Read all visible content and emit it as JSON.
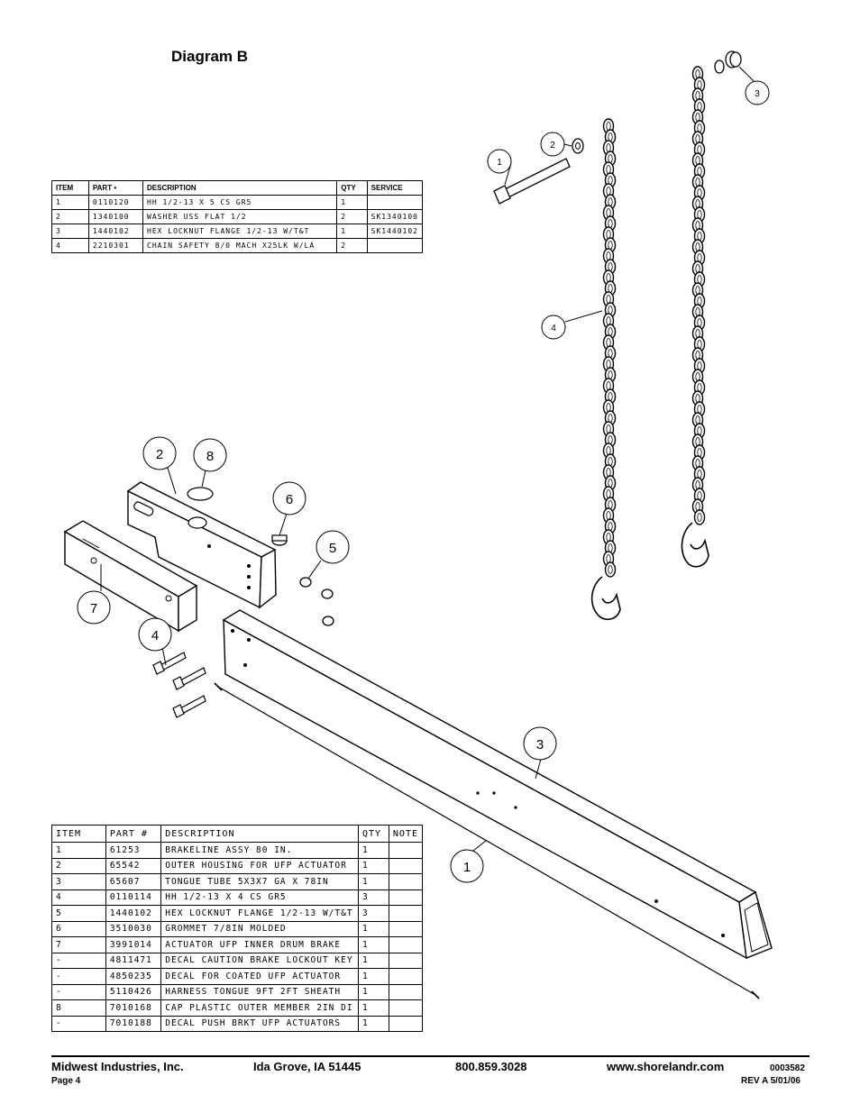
{
  "title": "Diagram B",
  "small_table": {
    "headers": [
      "ITEM",
      "PART •",
      "DESCRIPTION",
      "QTY",
      "SERVICE"
    ],
    "rows": [
      [
        "1",
        "0110120",
        "HH 1/2-13 X 5 CS GR5",
        "1",
        ""
      ],
      [
        "2",
        "1340100",
        "WASHER USS FLAT 1/2",
        "2",
        "SK1340100"
      ],
      [
        "3",
        "1440102",
        "HEX LOCKNUT FLANGE 1/2-13 W/T&T",
        "1",
        "SK1440102"
      ],
      [
        "4",
        "2210301",
        "CHAIN SAFETY 8/0 MACH X25LK W/LA",
        "2",
        ""
      ]
    ]
  },
  "large_table": {
    "headers": [
      "ITEM",
      "PART #",
      "DESCRIPTION",
      "QTY",
      "NOTE"
    ],
    "rows": [
      [
        "1",
        "61253",
        "BRAKELINE ASSY 80 IN.",
        "1",
        ""
      ],
      [
        "2",
        "65542",
        "OUTER HOUSING FOR UFP ACTUATOR",
        "1",
        ""
      ],
      [
        "3",
        "65607",
        "TONGUE TUBE 5X3X7 GA X 78IN",
        "1",
        ""
      ],
      [
        "4",
        "0110114",
        "HH 1/2-13 X 4 CS GR5",
        "3",
        ""
      ],
      [
        "5",
        "1440102",
        "HEX LOCKNUT FLANGE 1/2-13 W/T&T",
        "3",
        ""
      ],
      [
        "6",
        "3510030",
        "GROMMET  7/8IN MOLDED",
        "1",
        ""
      ],
      [
        "7",
        "3991014",
        "ACTUATOR UFP INNER  DRUM BRAKE",
        "1",
        ""
      ],
      [
        "-",
        "4811471",
        "DECAL CAUTION BRAKE LOCKOUT KEY",
        "1",
        ""
      ],
      [
        "-",
        "4850235",
        "DECAL FOR COATED UFP ACTUATOR",
        "1",
        ""
      ],
      [
        "-",
        "5110426",
        "HARNESS  TONGUE 9FT  2FT SHEATH",
        "1",
        ""
      ],
      [
        "8",
        "7010168",
        "CAP  PLASTIC OUTER MEMBER 2IN DI",
        "1",
        ""
      ],
      [
        "-",
        "7010188",
        "DECAL PUSH BRKT UFP ACTUATORS",
        "1",
        ""
      ]
    ]
  },
  "callouts_upper": [
    "1",
    "2",
    "3",
    "4"
  ],
  "callouts_lower": [
    "2",
    "8",
    "6",
    "5",
    "7",
    "4",
    "3",
    "1"
  ],
  "footer": {
    "company": "Midwest Industries, Inc.",
    "city": "Ida Grove, IA  51445",
    "phone": "800.859.3028",
    "website": "www.shorelandr.com",
    "doc_number": "0003582",
    "page": "Page 4",
    "revision": "REV A  5/01/06"
  }
}
